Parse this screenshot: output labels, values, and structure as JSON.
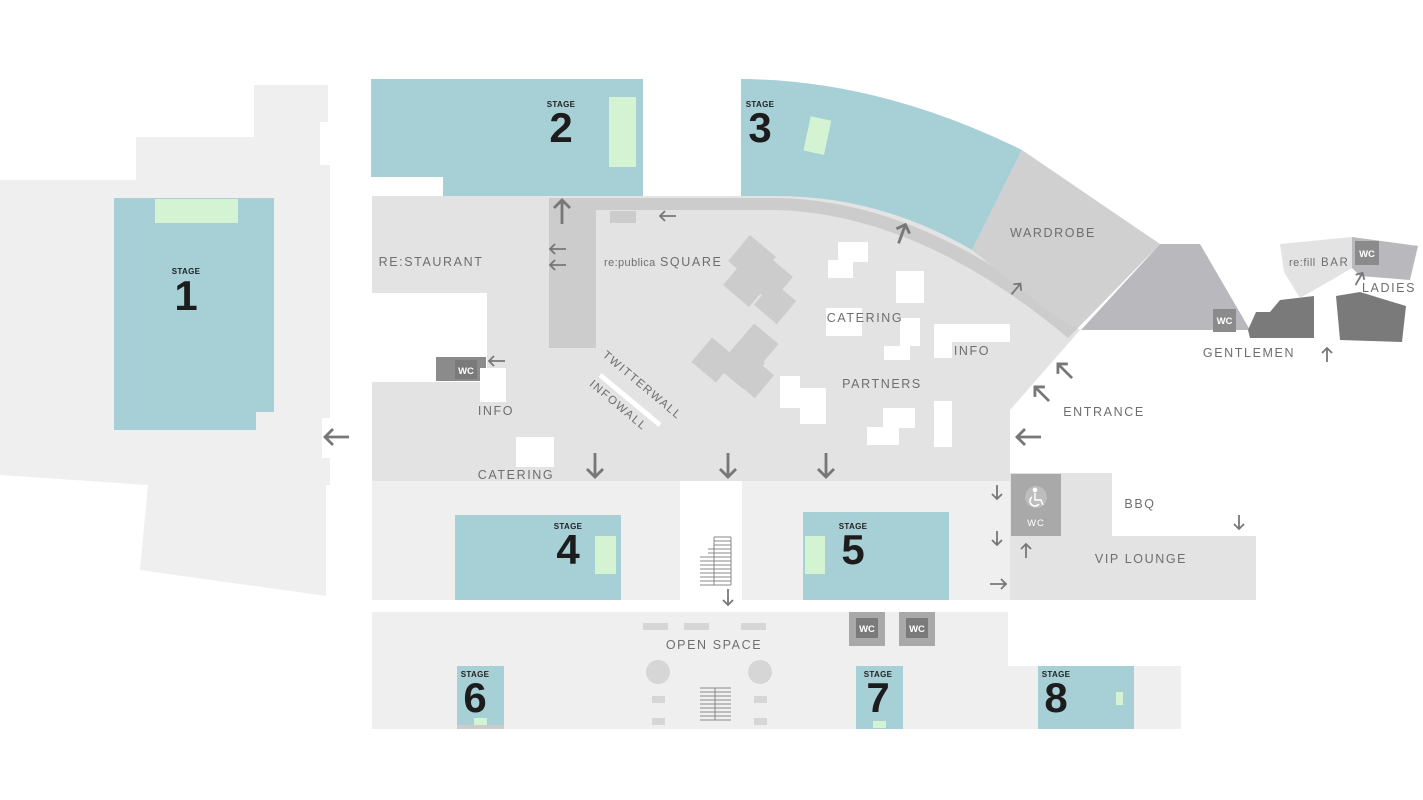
{
  "colors": {
    "stage": "#a7d0d6",
    "screen": "#d3f3d3",
    "floor_light": "#efefef",
    "floor_mid": "#e3e3e3",
    "floor_dark": "#cccccc",
    "wall": "#bdbdbd",
    "wc_box": "#8b8b8b",
    "dark_block": "#7a7a7a",
    "arrow": "#777777"
  },
  "stages": [
    {
      "word": "STAGE",
      "number": "1"
    },
    {
      "word": "STAGE",
      "number": "2"
    },
    {
      "word": "STAGE",
      "number": "3"
    },
    {
      "word": "STAGE",
      "number": "4"
    },
    {
      "word": "STAGE",
      "number": "5"
    },
    {
      "word": "STAGE",
      "number": "6"
    },
    {
      "word": "STAGE",
      "number": "7"
    },
    {
      "word": "STAGE",
      "number": "8"
    }
  ],
  "labels": {
    "restaurant": "RE:STAURANT",
    "square_prefix": "re:publica",
    "square": "SQUARE",
    "wardrobe": "WARDROBE",
    "refill_prefix": "re:fill",
    "refill_bar": "BAR",
    "ladies": "LADIES",
    "gentlemen": "GENTLEMEN",
    "catering_center": "CATERING",
    "catering_left": "CATERING",
    "info_center": "INFO",
    "info_left": "INFO",
    "partners": "PARTNERS",
    "twitterwall": "TWITTERWALL",
    "infowall": "INFOWALL",
    "entrance": "ENTRANCE",
    "bbq": "BBQ",
    "vip_lounge": "VIP LOUNGE",
    "open_space": "OPEN SPACE"
  },
  "wc": {
    "label": "WC",
    "accessible_label": "WC",
    "accessible_icon": "wheelchair-icon"
  },
  "icons": {
    "arrow": "arrow-icon",
    "stairs": "stairs-icon",
    "wheelchair": "wheelchair-icon"
  }
}
